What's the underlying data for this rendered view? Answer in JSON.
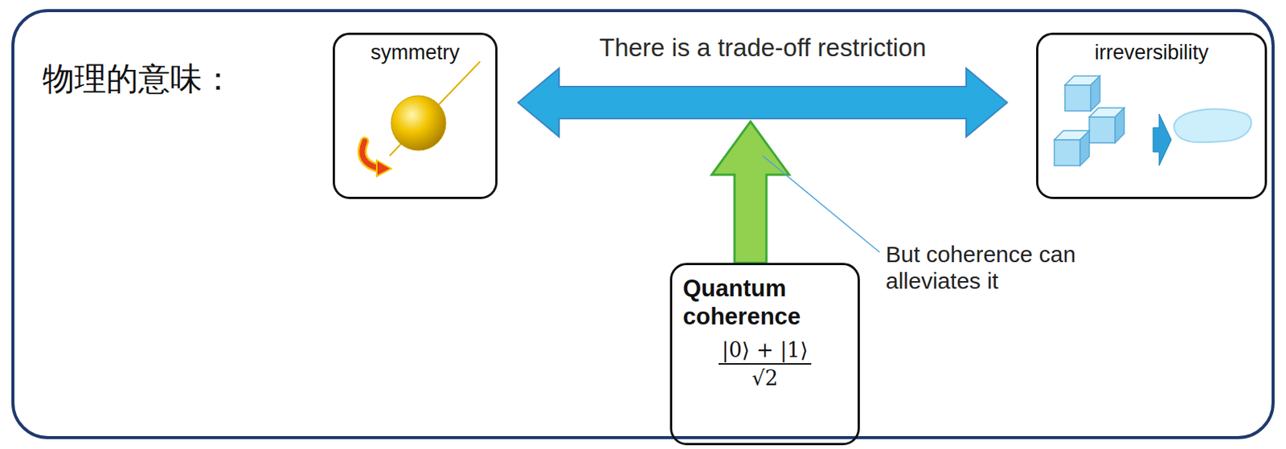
{
  "diagram": {
    "nodes": [
      {
        "text": [
          "物理的意味："
        ]
      },
      {
        "text": [
          "symmetry"
        ],
        "in": 0
      },
      {
        "text": [
          "irreversibility"
        ],
        "in": 0
      },
      {
        "text": [
          "Quantum coherence",
          "|0⟩ + |1⟩",
          "√2"
        ],
        "in": 0
      }
    ],
    "edges": [
      {
        "from": 1,
        "to": 2,
        "label": "There is a trade-off restriction",
        "arrow": "both"
      }
    ],
    "labels": [
      "But coherence can alleviates it"
    ]
  }
}
